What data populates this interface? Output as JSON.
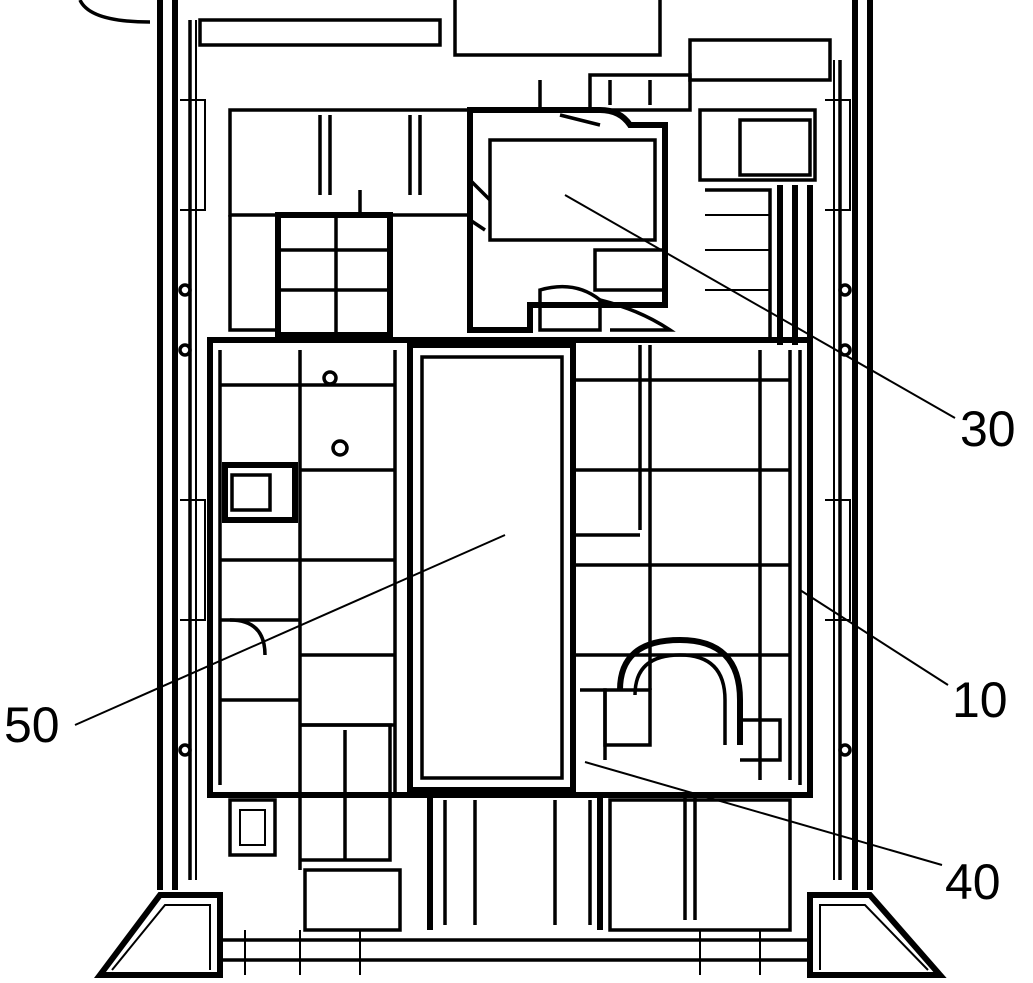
{
  "reference_numerals": {
    "n30": "30",
    "n10": "10",
    "n40": "40",
    "n50": "50"
  },
  "colors": {
    "line": "#000000",
    "background": "#ffffff"
  }
}
